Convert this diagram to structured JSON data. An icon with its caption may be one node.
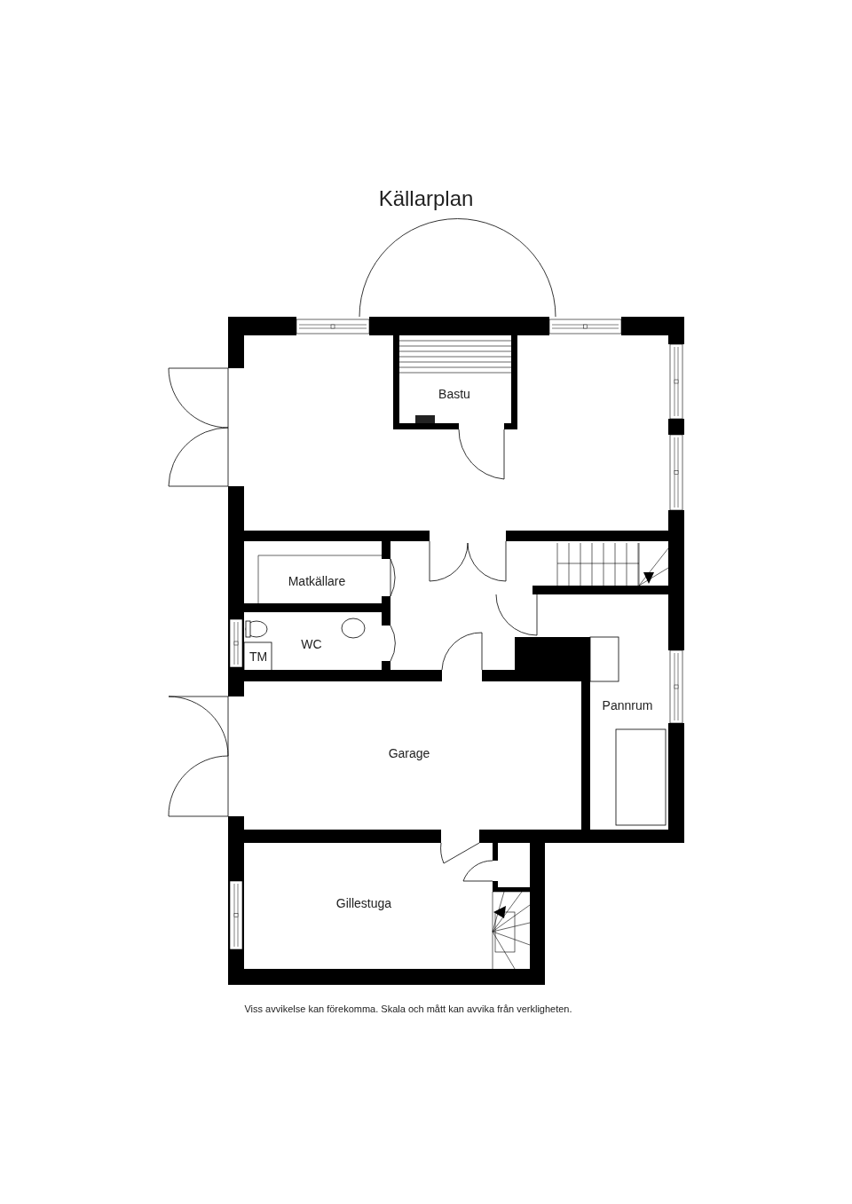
{
  "diagram": {
    "title": "Källarplan",
    "caption": "Viss avvikelse kan förekomma. Skala och mått kan avvika från verkligheten.",
    "labels": [
      "Bastu",
      "Matkällare",
      "WC",
      "TM",
      "Pannrum",
      "Garage",
      "Gillestuga"
    ]
  }
}
